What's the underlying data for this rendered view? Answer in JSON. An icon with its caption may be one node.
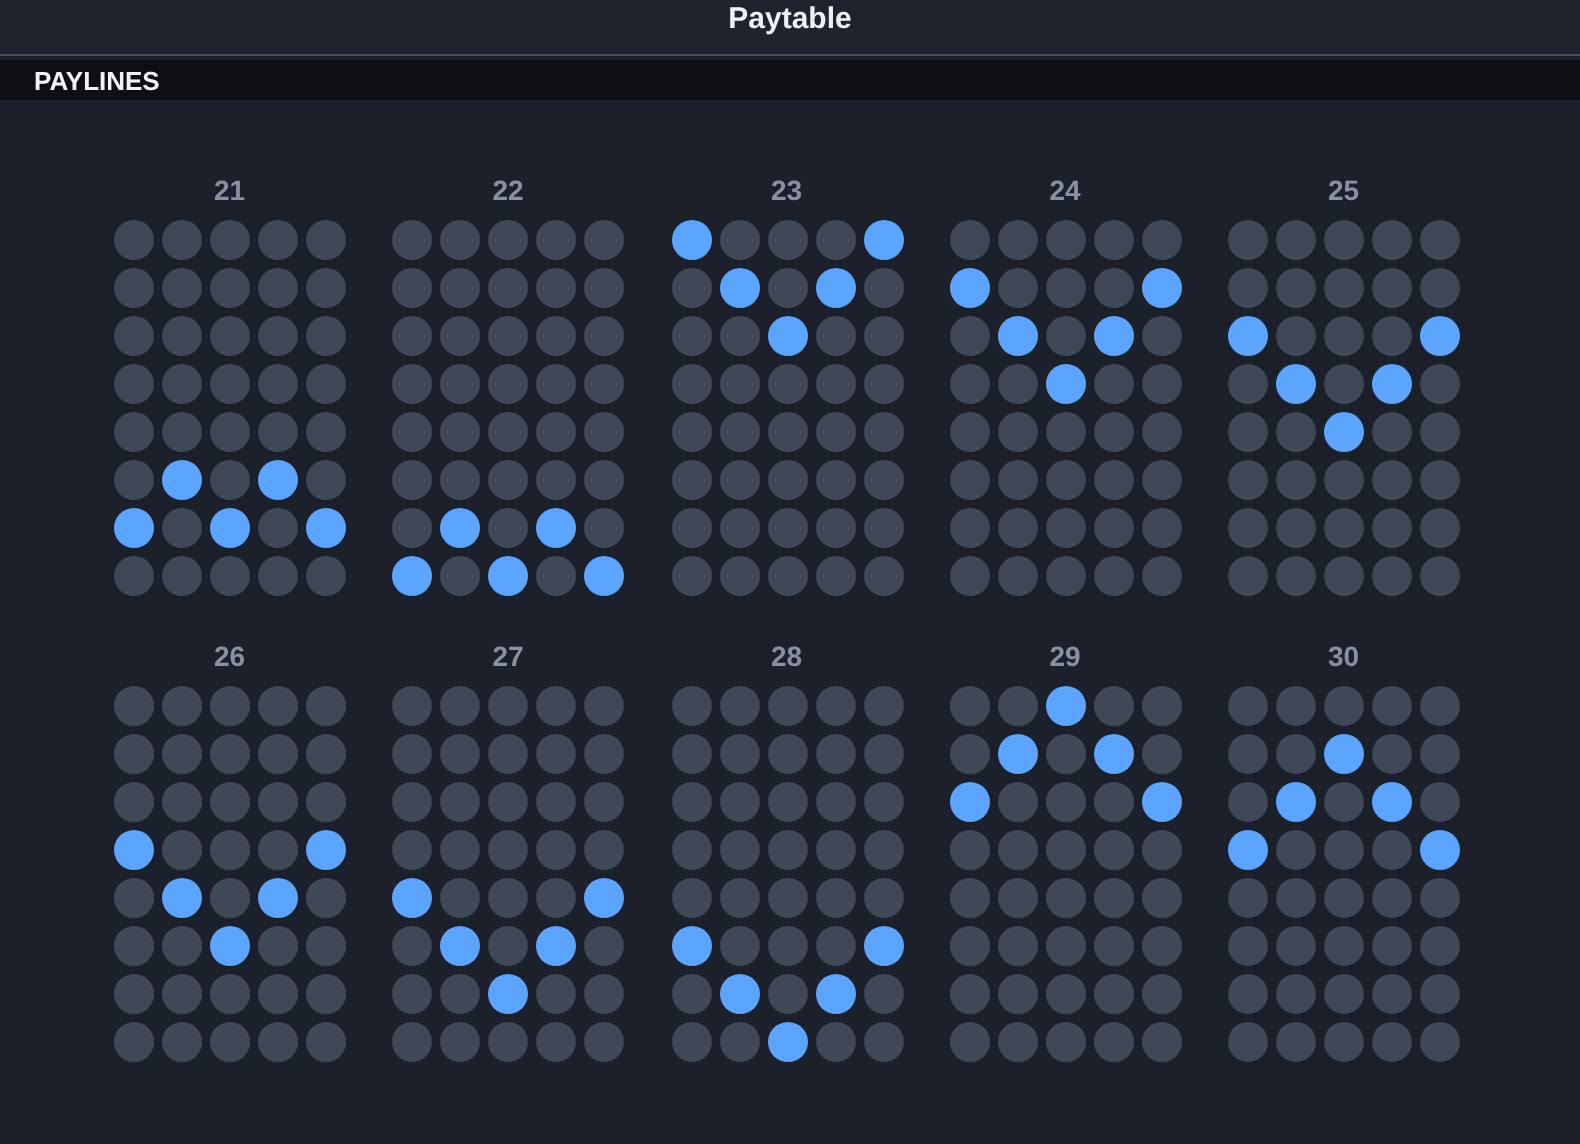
{
  "diagram": {
    "title": "Paytable",
    "labels": [
      "PAYLINES",
      "21",
      "22",
      "23",
      "24",
      "25",
      "26",
      "27",
      "28",
      "29",
      "30"
    ]
  }
}
